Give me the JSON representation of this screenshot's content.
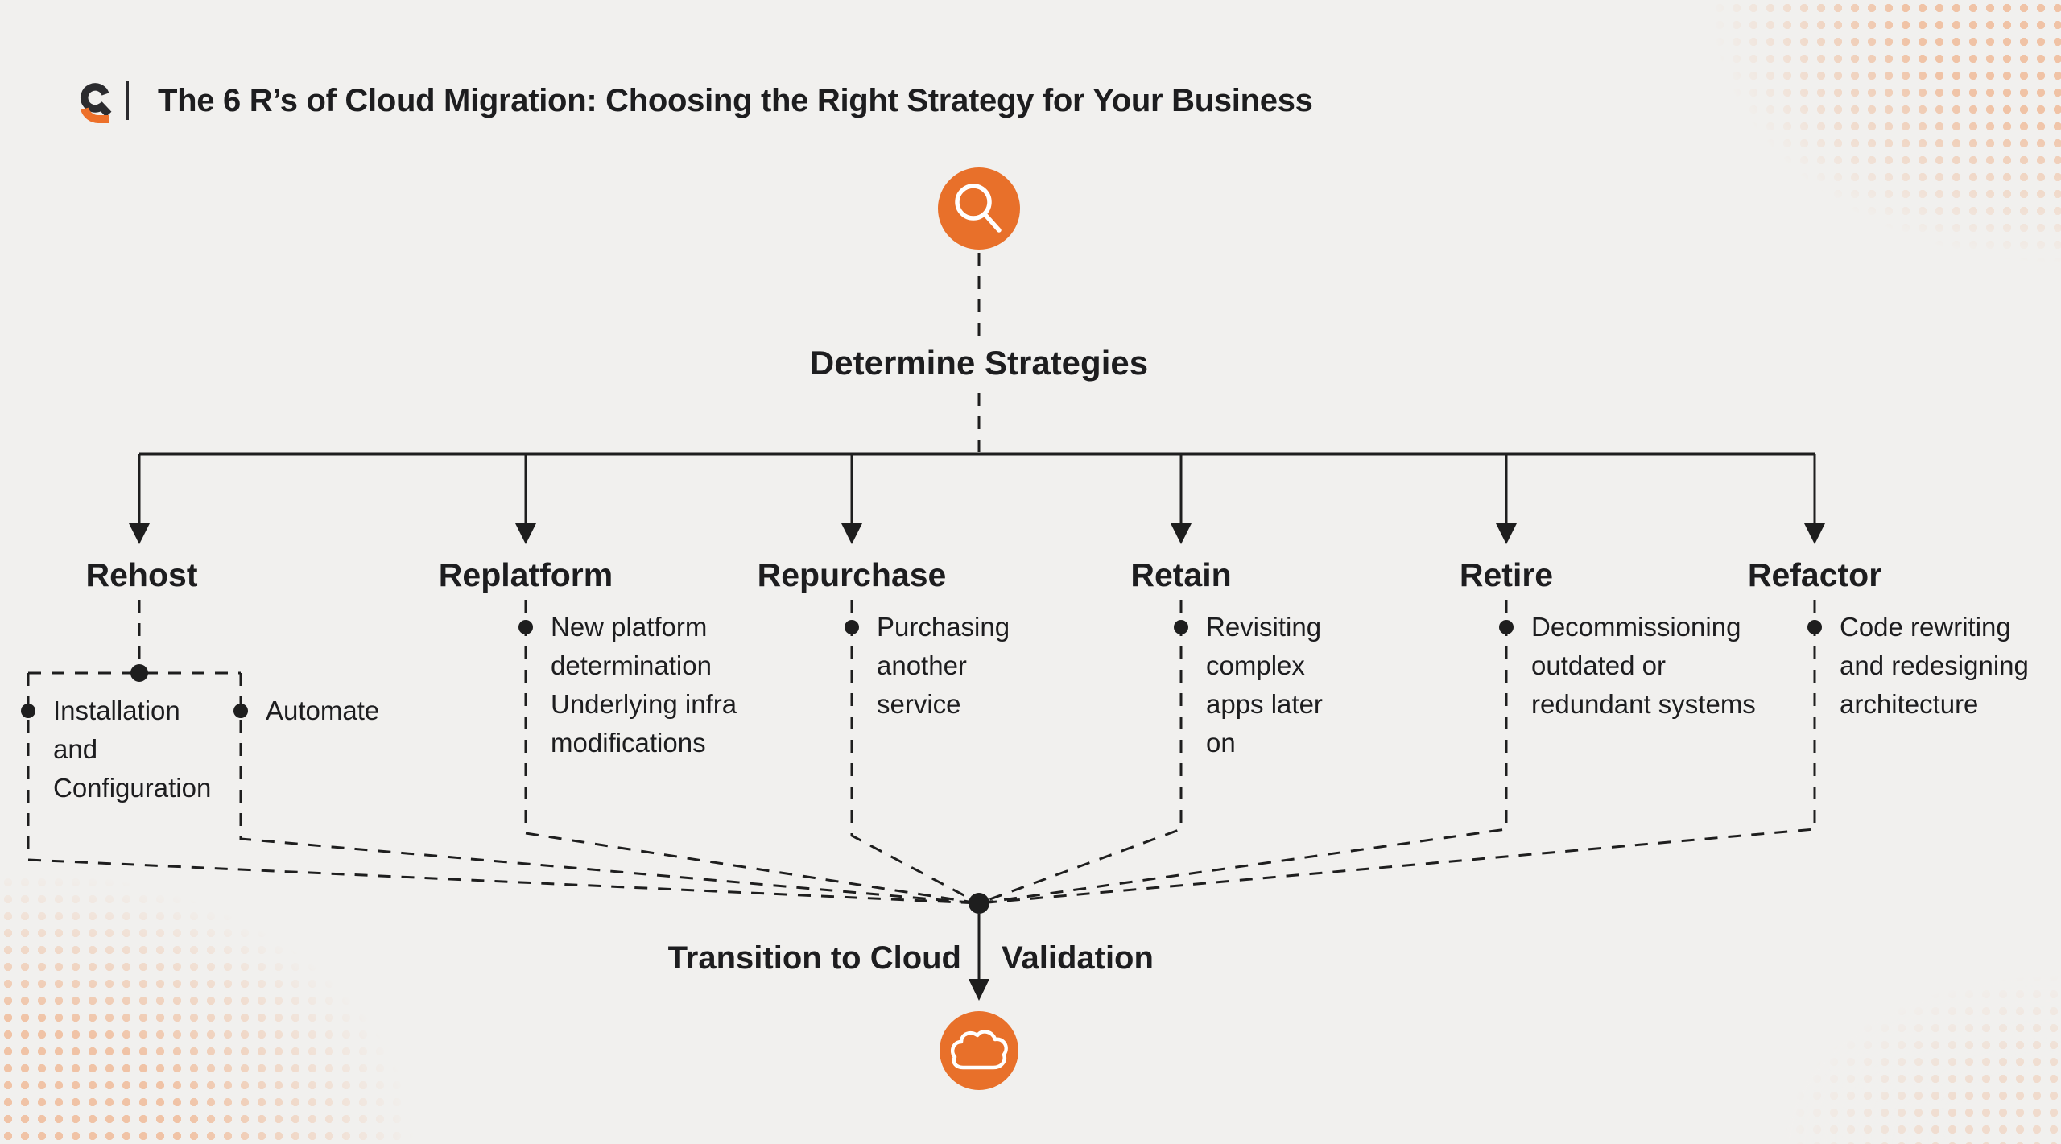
{
  "colors": {
    "background": "#f1f0ee",
    "accent_orange": "#e8702a",
    "line": "#1e1e1e",
    "text": "#1d1d1f",
    "halftone_dots": "#f0c3a6"
  },
  "header": {
    "logo": "quixy-logo",
    "title": "The 6 R’s of Cloud Migration: Choosing the Right Strategy for Your Business"
  },
  "flow": {
    "start_icon": "search-icon",
    "start_label": "Determine Strategies",
    "strategies": [
      {
        "name": "Rehost",
        "bullets": [
          "Installation\nand\nConfiguration",
          "Automate"
        ]
      },
      {
        "name": "Replatform",
        "bullets": [
          "New platform\ndetermination\nUnderlying infra\nmodifications"
        ]
      },
      {
        "name": "Repurchase",
        "bullets": [
          "Purchasing\nanother\nservice"
        ]
      },
      {
        "name": "Retain",
        "bullets": [
          "Revisiting\ncomplex\napps later\non"
        ]
      },
      {
        "name": "Retire",
        "bullets": [
          "Decommissioning\noutdated or\nredundant systems"
        ]
      },
      {
        "name": "Refactor",
        "bullets": [
          "Code rewriting\nand redesigning\narchitecture"
        ]
      }
    ],
    "end_labels": {
      "left": "Transition to Cloud",
      "right": "Validation"
    },
    "end_icon": "cloud-icon"
  }
}
